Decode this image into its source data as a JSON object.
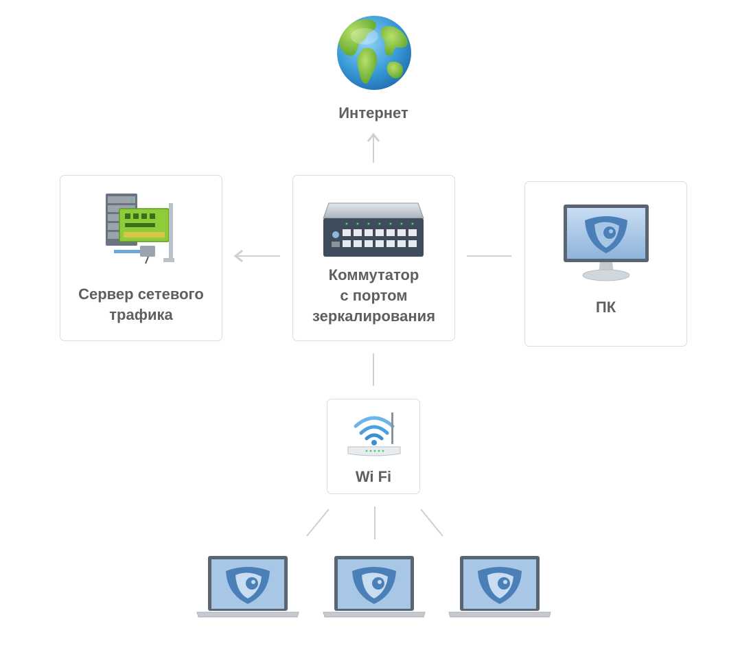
{
  "nodes": {
    "internet": {
      "label": "Интернет"
    },
    "server": {
      "label_lines": [
        "Сервер сетевого",
        "трафика"
      ]
    },
    "switch": {
      "label_lines": [
        "Коммутатор",
        "с портом",
        "зеркалирования"
      ]
    },
    "pc": {
      "label": "ПК"
    },
    "wifi": {
      "label": "Wi Fi"
    }
  },
  "edges": [
    {
      "from": "switch",
      "to": "internet",
      "arrow": true
    },
    {
      "from": "switch",
      "to": "server",
      "arrow": true
    },
    {
      "from": "switch",
      "to": "pc",
      "arrow": false
    },
    {
      "from": "switch",
      "to": "wifi",
      "arrow": false
    },
    {
      "from": "wifi",
      "to": "laptop-1",
      "arrow": false
    },
    {
      "from": "wifi",
      "to": "laptop-2",
      "arrow": false
    },
    {
      "from": "wifi",
      "to": "laptop-3",
      "arrow": false
    }
  ],
  "icons": {
    "internet": "globe-icon",
    "server": "server-icon",
    "switch": "network-switch-icon",
    "pc": "monitor-icon",
    "wifi": "wifi-router-icon",
    "laptops": "laptop-icon"
  },
  "colors": {
    "border": "#dcdcdc",
    "connector": "#cfcfcf",
    "label": "#5f5f5f",
    "screen_blue": "#4a7fb8"
  }
}
